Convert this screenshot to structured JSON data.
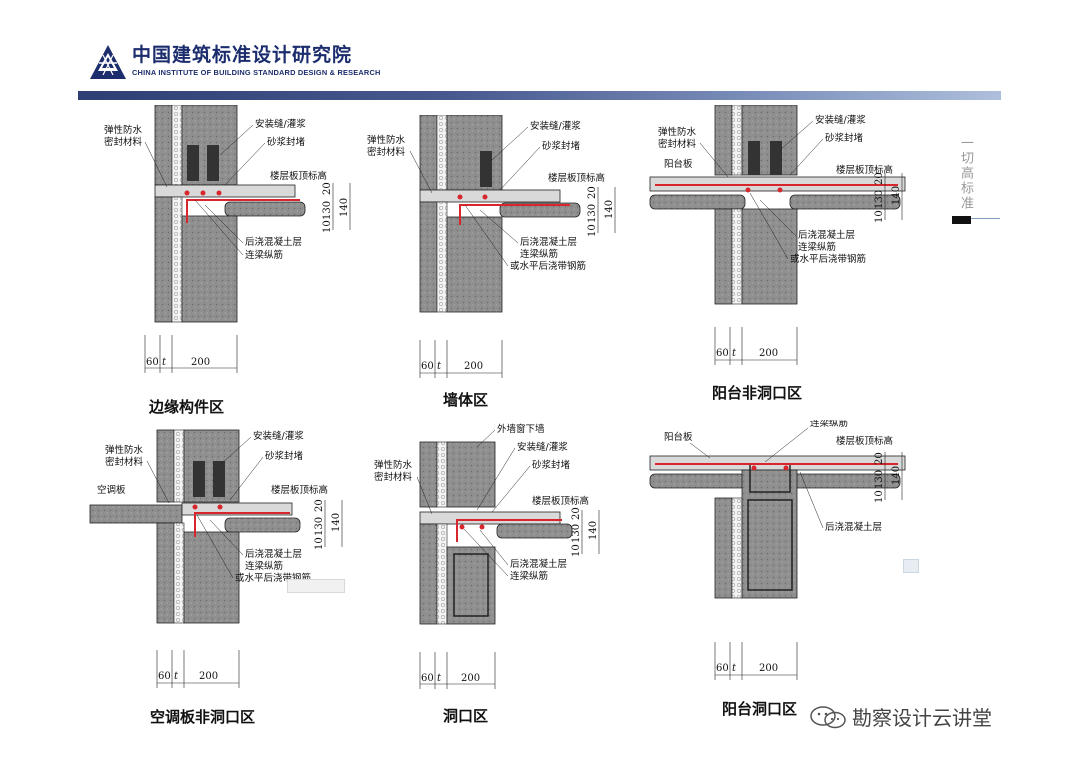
{
  "header": {
    "org_name_cn": "中国建筑标准设计研究院",
    "org_name_en": "CHINA INSTITUTE OF BUILDING STANDARD DESIGN & RESEARCH",
    "side_tag": "一切高标准",
    "colors": {
      "brand": "#1c2d6e",
      "bar": "#2e3f73",
      "rebar": "#d7262c",
      "concrete": "#9a9a9a"
    }
  },
  "panels": [
    {
      "caption": "边缘构件区",
      "labels": {
        "seal": "弹性防水",
        "seal2": "密封材料",
        "grout": "安装缝/灌浆",
        "mortar": "砂浆封堵",
        "elev": "楼层板顶标高",
        "topping": "后浇混凝土层",
        "rebar": "连梁纵筋"
      },
      "dims": {
        "d60": "60",
        "t": "t",
        "d200": "200",
        "v10": "10",
        "v130": "130",
        "v20": "20",
        "v140": "140"
      }
    },
    {
      "caption": "墙体区",
      "labels": {
        "seal": "弹性防水",
        "seal2": "密封材料",
        "grout": "安装缝/灌浆",
        "mortar": "砂浆封堵",
        "elev": "楼层板顶标高",
        "topping": "后浇混凝土层",
        "rebar": "连梁纵筋",
        "alt": "或水平后浇带钢筋"
      },
      "dims": {
        "d60": "60",
        "t": "t",
        "d200": "200",
        "v10": "10",
        "v130": "130",
        "v20": "20",
        "v140": "140"
      }
    },
    {
      "caption": "阳台非洞口区",
      "labels": {
        "seal": "弹性防水",
        "seal2": "密封材料",
        "balcony": "阳台板",
        "grout": "安装缝/灌浆",
        "mortar": "砂浆封堵",
        "elev": "楼层板顶标高",
        "topping": "后浇混凝土层",
        "rebar": "连梁纵筋",
        "alt": "或水平后浇带钢筋"
      },
      "dims": {
        "d60": "60",
        "t": "t",
        "d200": "200",
        "v10": "10",
        "v130": "130",
        "v20": "20",
        "v140": "140"
      }
    },
    {
      "caption": "空调板非洞口区",
      "labels": {
        "seal": "弹性防水",
        "seal2": "密封材料",
        "ac": "空调板",
        "grout": "安装缝/灌浆",
        "mortar": "砂浆封堵",
        "elev": "楼层板顶标高",
        "topping": "后浇混凝土层",
        "rebar": "连梁纵筋",
        "alt": "或水平后浇带钢筋"
      },
      "dims": {
        "d60": "60",
        "t": "t",
        "d200": "200",
        "v10": "10",
        "v130": "130",
        "v20": "20",
        "v140": "140"
      }
    },
    {
      "caption": "洞口区",
      "labels": {
        "seal": "弹性防水",
        "seal2": "密封材料",
        "window": "外墙窗下墙",
        "grout": "安装缝/灌浆",
        "mortar": "砂浆封堵",
        "elev": "楼层板顶标高",
        "topping": "后浇混凝土层",
        "rebar": "连梁纵筋"
      },
      "dims": {
        "d60": "60",
        "t": "t",
        "d200": "200",
        "v10": "10",
        "v130": "130",
        "v20": "20",
        "v140": "140"
      }
    },
    {
      "caption": "阳台洞口区",
      "labels": {
        "balcony": "阳台板",
        "rebar": "连梁纵筋",
        "elev": "楼层板顶标高",
        "topping": "后浇混凝土层"
      },
      "dims": {
        "d60": "60",
        "t": "t",
        "d200": "200",
        "v10": "10",
        "v130": "130",
        "v20": "20",
        "v140": "140"
      }
    }
  ],
  "watermark": {
    "text": "勘察设计云讲堂"
  }
}
